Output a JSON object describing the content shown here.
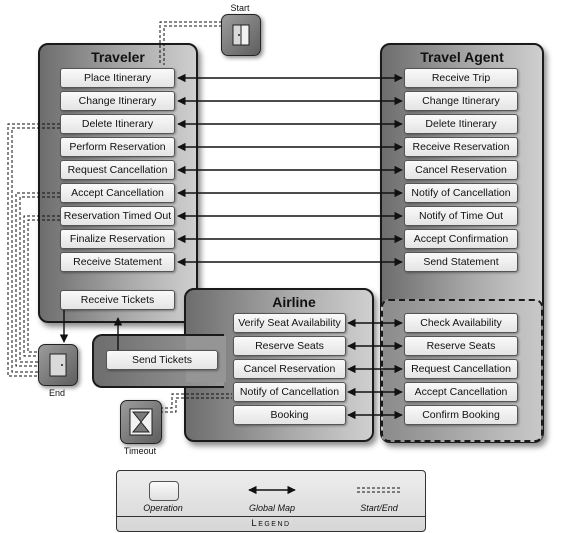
{
  "traveler": {
    "title": "Traveler",
    "ops": [
      "Place Itinerary",
      "Change Itinerary",
      "Delete Itinerary",
      "Perform Reservation",
      "Request Cancellation",
      "Accept Cancellation",
      "Reservation Timed Out",
      "Finalize Reservation",
      "Receive Statement"
    ],
    "receive_tickets": "Receive Tickets",
    "send_tickets": "Send Tickets"
  },
  "agent": {
    "title": "Travel Agent",
    "ops": [
      "Receive Trip",
      "Change Itinerary",
      "Delete Itinerary",
      "Receive Reservation",
      "Cancel Reservation",
      "Notify of Cancellation",
      "Notify of Time Out",
      "Accept Confirmation",
      "Send Statement"
    ],
    "lower_ops": [
      "Check Availability",
      "Reserve Seats",
      "Request Cancellation",
      "Accept Cancellation",
      "Confirm Booking"
    ]
  },
  "airline": {
    "title": "Airline",
    "ops": [
      "Verify Seat Availability",
      "Reserve Seats",
      "Cancel Reservation",
      "Notify of Cancellation",
      "Booking"
    ]
  },
  "terminals": {
    "start": "Start",
    "end": "End",
    "timeout": "Timeout"
  },
  "legend": {
    "operation": "Operation",
    "global_map": "Global Map",
    "start_end": "Start/End",
    "title": "Legend"
  }
}
